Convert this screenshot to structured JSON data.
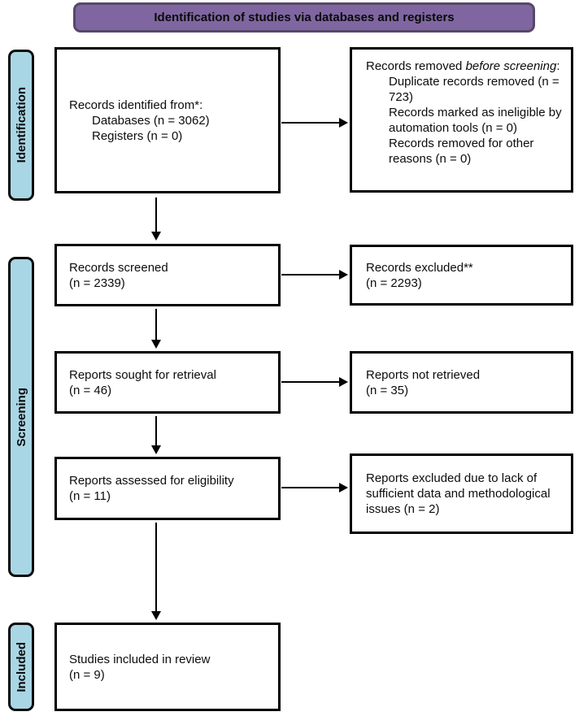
{
  "banner": {
    "label": "Identification of studies via databases and registers"
  },
  "colors": {
    "banner_fill": "#7f66a1",
    "banner_border": "#564769",
    "sidebar_fill": "#a9d6e5",
    "box_border": "#000000",
    "background": "#ffffff"
  },
  "sidebar": {
    "identification": "Identification",
    "screening": "Screening",
    "included": "Included"
  },
  "flow": {
    "records_identified": {
      "title": "Records identified from*:",
      "items": [
        "Databases (n = 3062)",
        "Registers (n = 0)"
      ]
    },
    "records_removed": {
      "title_prefix": "Records removed ",
      "title_italic": "before screening",
      "title_suffix": ":",
      "items": [
        "Duplicate records removed (n = 723)",
        "Records marked as ineligible by automation tools (n = 0)",
        "Records removed for other reasons (n = 0)"
      ]
    },
    "records_screened": {
      "line1": "Records screened",
      "line2": "(n = 2339)"
    },
    "records_excluded": {
      "line1": "Records excluded**",
      "line2": "(n = 2293)"
    },
    "reports_sought": {
      "line1": "Reports sought for retrieval",
      "line2": "(n = 46)"
    },
    "reports_not_retrieved": {
      "line1": "Reports not retrieved",
      "line2": "(n = 35)"
    },
    "reports_assessed": {
      "line1": "Reports assessed for eligibility",
      "line2": "(n = 11)"
    },
    "reports_excluded": {
      "text": "Reports excluded due to lack of sufficient data and methodological issues (n = 2)"
    },
    "studies_included": {
      "line1": "Studies included in review",
      "line2": "(n = 9)"
    }
  }
}
